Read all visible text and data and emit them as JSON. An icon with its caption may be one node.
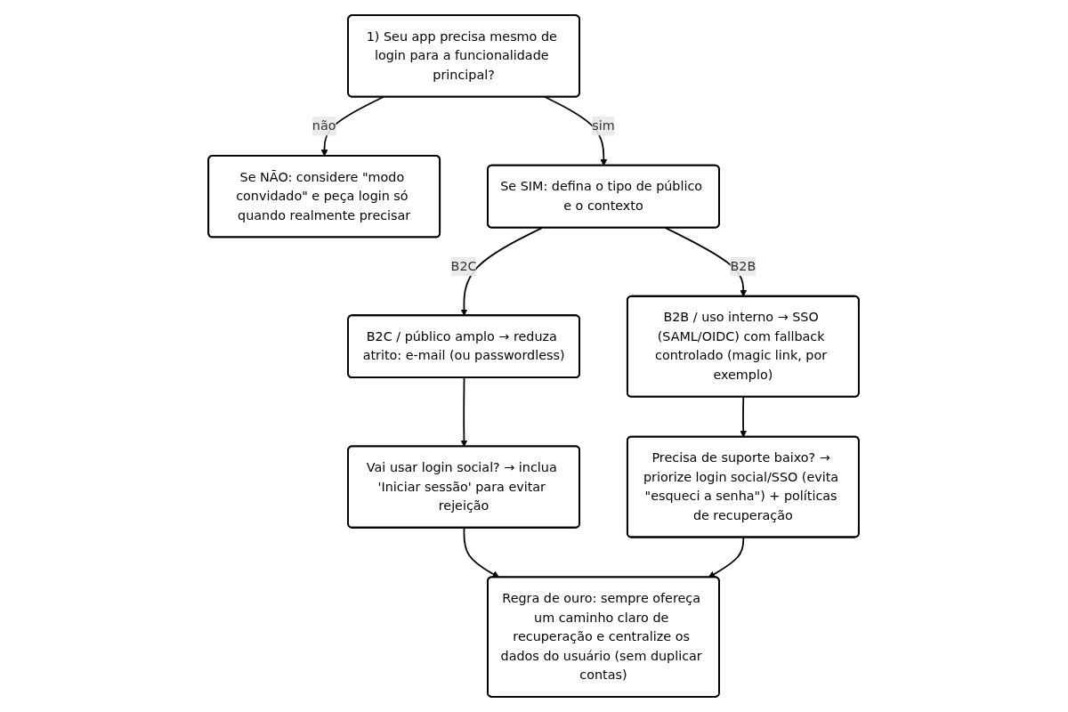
{
  "diagram": {
    "nodes": [
      {
        "text": [
          "1) Seu app precisa mesmo de login para a funcionalidade principal?"
        ]
      },
      {
        "text": [
          "Se NÃO: considere \"modo convidado\" e peça login só quando realmente precisar"
        ]
      },
      {
        "text": [
          "Se SIM: defina o tipo de público e o contexto"
        ]
      },
      {
        "text": [
          "B2C / público amplo → reduza atrito: e-mail (ou passwordless)"
        ]
      },
      {
        "text": [
          "B2B / uso interno → SSO (SAML/OIDC) com fallback controlado (magic link, por exemplo)"
        ]
      },
      {
        "text": [
          "Vai usar login social? → inclua 'Iniciar sessão' para evitar rejeição"
        ]
      },
      {
        "text": [
          "Precisa de suporte baixo? → priorize login social/SSO (evita \"esqueci a senha\") + políticas de recuperação"
        ]
      },
      {
        "text": [
          "Regra de ouro: sempre ofereça um caminho claro de recuperação e centralize os dados do usuário (sem duplicar contas)"
        ]
      }
    ],
    "edges": [
      {
        "from": 0,
        "to": 1,
        "arrow": "to",
        "label": "não"
      },
      {
        "from": 0,
        "to": 2,
        "arrow": "to",
        "label": "sim"
      },
      {
        "from": 2,
        "to": 3,
        "arrow": "to",
        "label": "B2C"
      },
      {
        "from": 2,
        "to": 4,
        "arrow": "to",
        "label": "B2B"
      },
      {
        "from": 3,
        "to": 5,
        "arrow": "to"
      },
      {
        "from": 4,
        "to": 6,
        "arrow": "to"
      },
      {
        "from": 5,
        "to": 7,
        "arrow": "to"
      },
      {
        "from": 6,
        "to": 7,
        "arrow": "to"
      }
    ]
  }
}
